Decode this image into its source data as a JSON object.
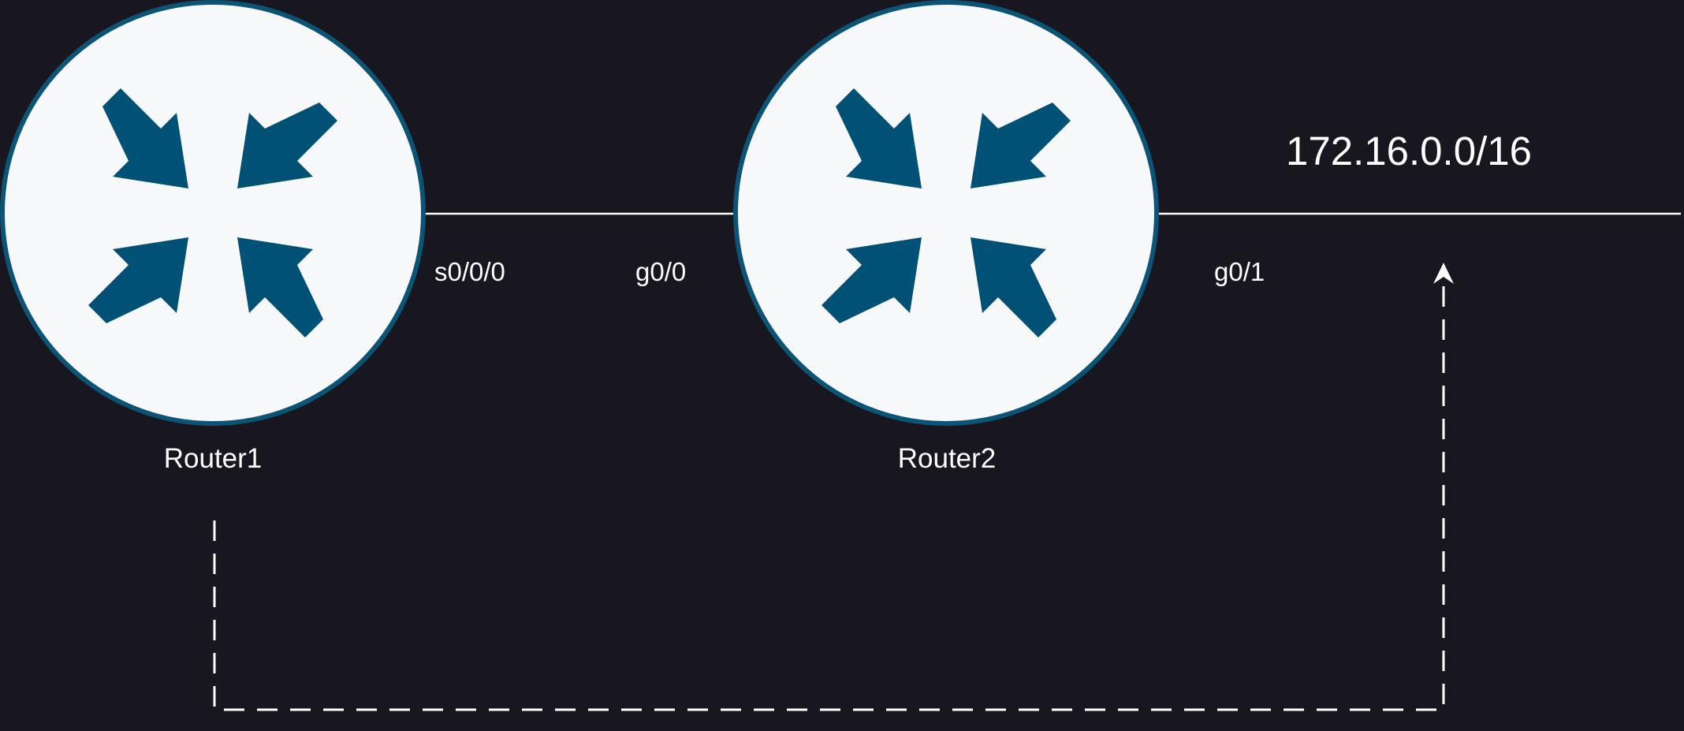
{
  "diagram": {
    "background": "#18161e",
    "router_fill": "#f7f8fa",
    "router_ring": "#0b5476",
    "arrow_color": "#005175",
    "link_color": "#ffffff",
    "routers": [
      {
        "name": "Router1",
        "icon": "router-icon"
      },
      {
        "name": "Router2",
        "icon": "router-icon"
      }
    ],
    "interfaces": {
      "router1_s0": "s0/0/0",
      "router2_g0_0": "g0/0",
      "router2_g0_1": "g0/1"
    },
    "network": {
      "label": "172.16.0.0/16"
    },
    "route_arrow": {
      "style": "dashed",
      "from": "Router1",
      "to": "172.16.0.0/16"
    }
  }
}
